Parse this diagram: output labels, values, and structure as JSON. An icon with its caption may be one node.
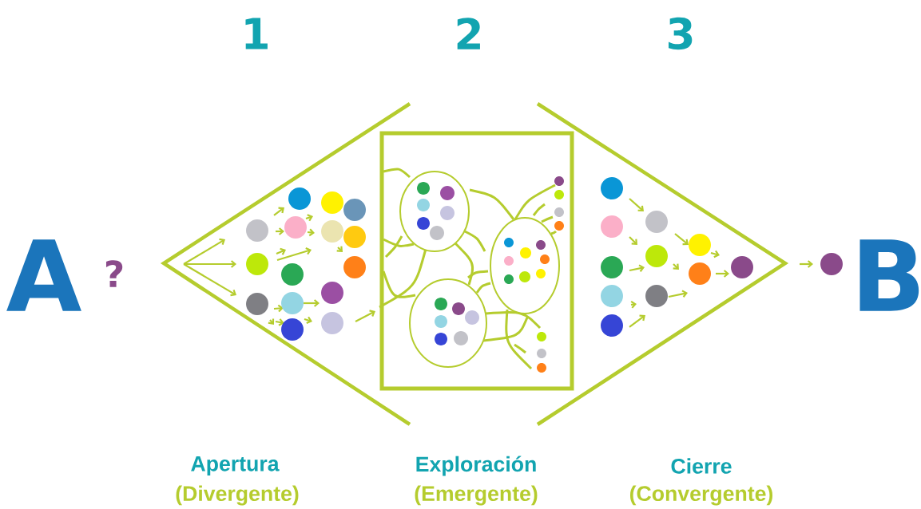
{
  "diagram": {
    "labels": [
      "1",
      "2",
      "3",
      "A",
      "?",
      "B",
      "Apertura",
      "(Divergente)",
      "Exploración",
      "(Emergente)",
      "Cierre",
      "(Convergente)"
    ]
  }
}
